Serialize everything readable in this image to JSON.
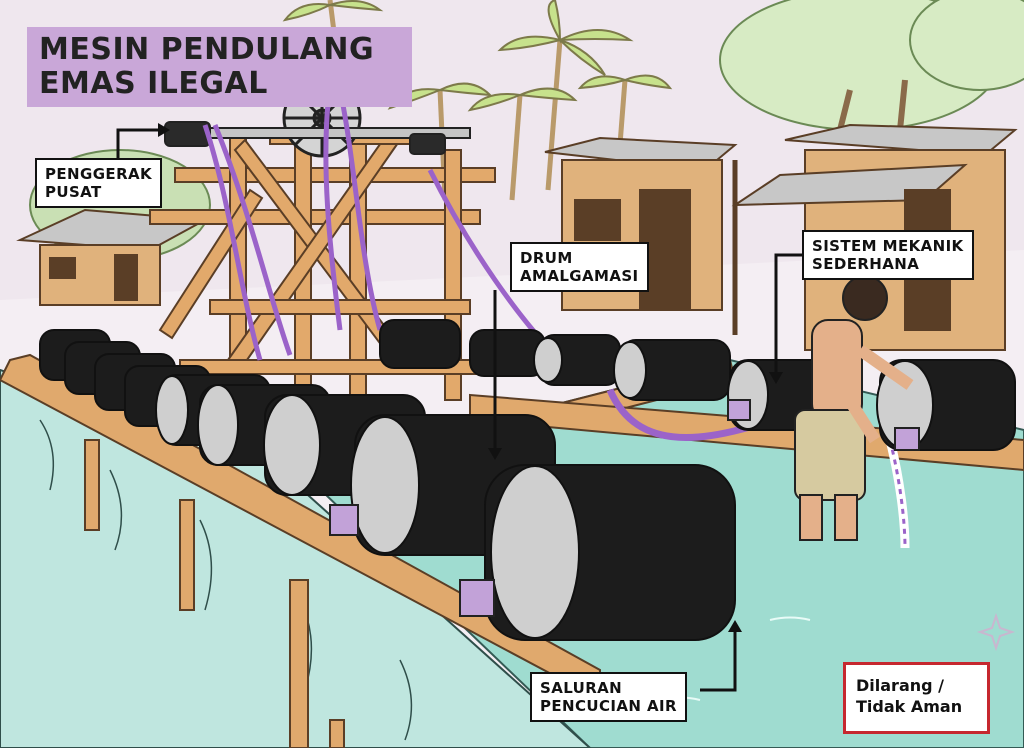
{
  "title": {
    "line1": "MESIN PENDULANG",
    "line2": "EMAS ILEGAL"
  },
  "labels": {
    "penggerak": {
      "line1": "PENGGERAK",
      "line2": "PUSAT"
    },
    "drum": {
      "line1": "DRUM",
      "line2": "AMALGAMASI"
    },
    "sistem": {
      "line1": "SISTEM MEKANIK",
      "line2": "SEDERHANA"
    },
    "saluran": {
      "line1": "SALURAN",
      "line2": "PENCUCIAN AIR"
    }
  },
  "warning": {
    "line1": "Dilarang /",
    "line2": "Tidak Aman",
    "border_color": "#c6282f"
  },
  "colors": {
    "title_bg": "#c9a7d8",
    "drum": "#1c1c1c",
    "wood": "#e0a96d",
    "water": "#9fdcd0",
    "hose": "#9b63c9"
  }
}
